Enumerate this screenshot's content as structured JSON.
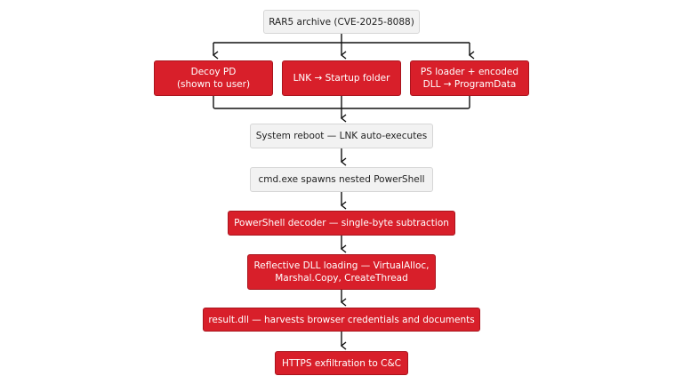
{
  "colors": {
    "alert_node_fill": "#d81f2a",
    "neutral_node_fill": "#f2f2f2",
    "connector": "#111111"
  },
  "nodes": {
    "archive": "RAR5 archive (CVE-2025-8088)",
    "decoy": "Decoy PD\n(shown to user)",
    "lnk": "LNK → Startup folder",
    "loader": "PS loader + encoded\nDLL → ProgramData",
    "reboot": "System reboot — LNK auto-executes",
    "cmd": "cmd.exe spawns nested PowerShell",
    "decoder": "PowerShell decoder — single-byte subtraction",
    "reflective": "Reflective DLL loading — VirtualAlloc,\nMarshal.Copy, CreateThread",
    "result": "result.dll — harvests browser credentials and documents",
    "exfil": "HTTPS exfiltration to C&C"
  }
}
